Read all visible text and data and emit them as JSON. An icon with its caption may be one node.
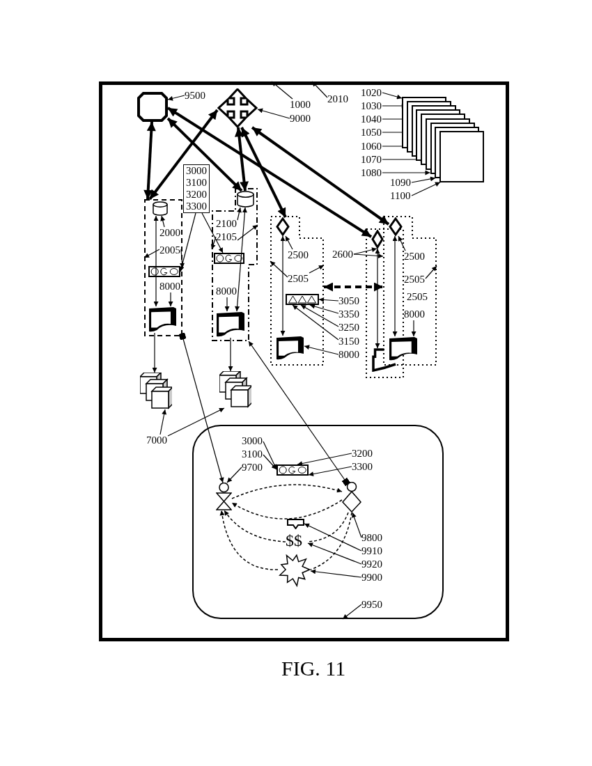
{
  "diagram": {
    "caption": "FIG. 11",
    "nodes": [
      {
        "text": [],
        "shape": "box"
      },
      {
        "text": [
          "1000"
        ],
        "in": 0
      },
      {
        "text": [
          "2010"
        ],
        "in": 0
      },
      {
        "text": [
          "9500"
        ],
        "in": 0
      },
      {
        "text": [],
        "shape": "octagon",
        "in": 0
      },
      {
        "text": [],
        "shape": "cross",
        "in": 0
      },
      {
        "text": [
          "9000"
        ],
        "in": 0
      },
      {
        "text": [
          "1020"
        ],
        "in": 0
      },
      {
        "text": [
          "1030"
        ],
        "in": 0
      },
      {
        "text": [
          "1040"
        ],
        "in": 0
      },
      {
        "text": [
          "1050"
        ],
        "in": 0
      },
      {
        "text": [
          "1060"
        ],
        "in": 0
      },
      {
        "text": [
          "1070"
        ],
        "in": 0
      },
      {
        "text": [
          "1080"
        ],
        "in": 0
      },
      {
        "text": [
          "1090"
        ],
        "in": 0
      },
      {
        "text": [
          "1100"
        ],
        "in": 0
      },
      {
        "text": [],
        "shape": "box",
        "in": 0
      },
      {
        "text": [],
        "shape": "box",
        "in": 0
      },
      {
        "text": [],
        "shape": "box",
        "in": 0
      },
      {
        "text": [],
        "shape": "box",
        "in": 0
      },
      {
        "text": [],
        "shape": "box",
        "in": 0
      },
      {
        "text": [],
        "shape": "box",
        "in": 0
      },
      {
        "text": [],
        "shape": "box",
        "in": 0
      },
      {
        "text": [],
        "shape": "box",
        "in": 0
      },
      {
        "text": [],
        "shape": "box",
        "in": 0
      },
      {
        "text": [
          "3000",
          "3100",
          "3200",
          "3300"
        ],
        "in": 0
      },
      {
        "text": [],
        "shape": "box",
        "in": 0
      },
      {
        "text": [],
        "shape": "cylinder",
        "in": 26
      },
      {
        "text": [
          "2000"
        ],
        "in": 26
      },
      {
        "text": [
          "2005"
        ],
        "in": 26
      },
      {
        "text": [],
        "shape": "box",
        "in": 26
      },
      {
        "text": [
          "8000"
        ],
        "in": 26
      },
      {
        "text": [],
        "shape": "screen",
        "in": 26
      },
      {
        "text": [],
        "shape": "box",
        "in": 0
      },
      {
        "text": [],
        "shape": "cylinder",
        "in": 33
      },
      {
        "text": [
          "2100"
        ],
        "in": 33
      },
      {
        "text": [
          "2105"
        ],
        "in": 33
      },
      {
        "text": [],
        "shape": "box",
        "in": 33
      },
      {
        "text": [
          "8000"
        ],
        "in": 33
      },
      {
        "text": [],
        "shape": "screen",
        "in": 33
      },
      {
        "text": [],
        "shape": "cube",
        "in": 0
      },
      {
        "text": [],
        "shape": "cube",
        "in": 0
      },
      {
        "text": [
          "7000"
        ],
        "in": 0
      },
      {
        "text": [],
        "shape": "box",
        "in": 0
      },
      {
        "text": [],
        "shape": "diamond",
        "in": 43
      },
      {
        "text": [
          "2500"
        ],
        "in": 43
      },
      {
        "text": [
          "2505"
        ],
        "in": 43
      },
      {
        "text": [],
        "shape": "box",
        "in": 43
      },
      {
        "text": [],
        "shape": "screen",
        "in": 43
      },
      {
        "text": [
          "2600"
        ],
        "in": 0
      },
      {
        "text": [],
        "shape": "box",
        "in": 0
      },
      {
        "text": [],
        "shape": "diamond",
        "in": 50
      },
      {
        "text": [],
        "shape": "screen",
        "in": 50
      },
      {
        "text": [],
        "shape": "box",
        "in": 0
      },
      {
        "text": [],
        "shape": "diamond",
        "in": 53
      },
      {
        "text": [
          "2500"
        ],
        "in": 53
      },
      {
        "text": [
          "2505"
        ],
        "in": 53
      },
      {
        "text": [
          "8000"
        ],
        "in": 53
      },
      {
        "text": [],
        "shape": "screen",
        "in": 53
      },
      {
        "text": [
          "3050"
        ],
        "in": 0
      },
      {
        "text": [
          "3350"
        ],
        "in": 0
      },
      {
        "text": [
          "3250"
        ],
        "in": 0
      },
      {
        "text": [
          "3150"
        ],
        "in": 0
      },
      {
        "text": [
          "8000"
        ],
        "in": 0
      },
      {
        "text": [],
        "shape": "box",
        "in": 0
      },
      {
        "text": [
          "3000"
        ],
        "in": 64
      },
      {
        "text": [
          "3100"
        ],
        "in": 64
      },
      {
        "text": [
          "9700"
        ],
        "in": 64
      },
      {
        "text": [],
        "shape": "box",
        "in": 64
      },
      {
        "text": [
          "3200"
        ],
        "in": 64
      },
      {
        "text": [
          "3300"
        ],
        "in": 64
      },
      {
        "text": [],
        "shape": "person",
        "in": 64
      },
      {
        "text": [],
        "shape": "person",
        "in": 64
      },
      {
        "text": [],
        "shape": "box",
        "in": 64
      },
      {
        "text": [
          "$$"
        ],
        "in": 64
      },
      {
        "text": [],
        "shape": "star",
        "in": 64
      },
      {
        "text": [
          "9800"
        ],
        "in": 64
      },
      {
        "text": [
          "9910"
        ],
        "in": 64
      },
      {
        "text": [
          "9920"
        ],
        "in": 64
      },
      {
        "text": [
          "9900"
        ],
        "in": 64
      },
      {
        "text": [
          "9950"
        ],
        "in": 64
      }
    ],
    "edges": [
      {
        "from": 4,
        "to": 26,
        "arrow": "both",
        "style": "thick"
      },
      {
        "from": 5,
        "to": 26,
        "arrow": "both",
        "style": "thick"
      },
      {
        "from": 4,
        "to": 34,
        "arrow": "both",
        "style": "thick"
      },
      {
        "from": 5,
        "to": 34,
        "arrow": "both",
        "style": "thick"
      },
      {
        "from": 5,
        "to": 44,
        "arrow": "both",
        "style": "thick"
      },
      {
        "from": 4,
        "to": 51,
        "arrow": "both",
        "style": "thick"
      },
      {
        "from": 5,
        "to": 54,
        "arrow": "both",
        "style": "thick"
      },
      {
        "from": 27,
        "to": 32,
        "arrow": "both"
      },
      {
        "from": 32,
        "to": 40,
        "arrow": "to"
      },
      {
        "from": 34,
        "to": 39,
        "arrow": "both"
      },
      {
        "from": 39,
        "to": 41,
        "arrow": "to"
      },
      {
        "from": 44,
        "to": 48,
        "arrow": "both"
      },
      {
        "from": 54,
        "to": 58,
        "arrow": "both"
      },
      {
        "from": 51,
        "to": 52,
        "arrow": "both"
      },
      {
        "from": 43,
        "to": 53,
        "arrow": "both",
        "style": "dashed"
      },
      {
        "from": 26,
        "to": 71,
        "arrow": "to"
      },
      {
        "from": 72,
        "to": 33,
        "arrow": "to"
      },
      {
        "from": 71,
        "to": 72,
        "arrow": "to",
        "style": "dashed"
      },
      {
        "from": 72,
        "to": 71,
        "arrow": "to",
        "style": "dashed"
      },
      {
        "from": 72,
        "to": 74,
        "arrow": "none",
        "style": "dashed"
      },
      {
        "from": 74,
        "to": 71,
        "arrow": "to",
        "style": "dashed"
      },
      {
        "from": 72,
        "to": 75,
        "arrow": "none",
        "style": "dashed"
      },
      {
        "from": 75,
        "to": 71,
        "arrow": "to",
        "style": "dashed"
      },
      {
        "from": 1,
        "to": 0,
        "arrow": "to"
      },
      {
        "from": 2,
        "to": 0,
        "arrow": "to"
      },
      {
        "from": 3,
        "to": 4,
        "arrow": "to"
      },
      {
        "from": 6,
        "to": 5,
        "arrow": "to"
      },
      {
        "from": 7,
        "to": 16,
        "arrow": "to"
      },
      {
        "from": 8,
        "to": 17,
        "arrow": "to"
      },
      {
        "from": 9,
        "to": 18,
        "arrow": "to"
      },
      {
        "from": 10,
        "to": 19,
        "arrow": "to"
      },
      {
        "from": 11,
        "to": 20,
        "arrow": "to"
      },
      {
        "from": 12,
        "to": 21,
        "arrow": "to"
      },
      {
        "from": 13,
        "to": 22,
        "arrow": "to"
      },
      {
        "from": 14,
        "to": 23,
        "arrow": "to"
      },
      {
        "from": 15,
        "to": 24,
        "arrow": "to"
      },
      {
        "from": 25,
        "to": 30,
        "arrow": "to"
      },
      {
        "from": 25,
        "to": 37,
        "arrow": "to"
      },
      {
        "from": 28,
        "to": 27,
        "arrow": "to"
      },
      {
        "from": 29,
        "to": 26,
        "arrow": "to"
      },
      {
        "from": 29,
        "to": 26,
        "arrow": "to"
      },
      {
        "from": 31,
        "to": 32,
        "arrow": "to"
      },
      {
        "from": 35,
        "to": 34,
        "arrow": "to"
      },
      {
        "from": 36,
        "to": 33,
        "arrow": "to"
      },
      {
        "from": 36,
        "to": 33,
        "arrow": "to"
      },
      {
        "from": 38,
        "to": 39,
        "arrow": "to"
      },
      {
        "from": 42,
        "to": 40,
        "arrow": "to"
      },
      {
        "from": 42,
        "to": 41,
        "arrow": "to"
      },
      {
        "from": 45,
        "to": 44,
        "arrow": "to"
      },
      {
        "from": 46,
        "to": 43,
        "arrow": "to"
      },
      {
        "from": 46,
        "to": 43,
        "arrow": "to"
      },
      {
        "from": 59,
        "to": 47,
        "arrow": "to"
      },
      {
        "from": 60,
        "to": 47,
        "arrow": "to"
      },
      {
        "from": 61,
        "to": 47,
        "arrow": "to"
      },
      {
        "from": 62,
        "to": 47,
        "arrow": "to"
      },
      {
        "from": 63,
        "to": 48,
        "arrow": "to"
      },
      {
        "from": 49,
        "to": 51,
        "arrow": "to"
      },
      {
        "from": 49,
        "to": 53,
        "arrow": "to"
      },
      {
        "from": 55,
        "to": 54,
        "arrow": "to"
      },
      {
        "from": 56,
        "to": 53,
        "arrow": "to"
      },
      {
        "from": 57,
        "to": 58,
        "arrow": "to"
      },
      {
        "from": 65,
        "to": 68,
        "arrow": "to"
      },
      {
        "from": 66,
        "to": 68,
        "arrow": "to"
      },
      {
        "from": 67,
        "to": 71,
        "arrow": "to"
      },
      {
        "from": 69,
        "to": 68,
        "arrow": "to"
      },
      {
        "from": 70,
        "to": 68,
        "arrow": "to"
      },
      {
        "from": 76,
        "to": 72,
        "arrow": "to"
      },
      {
        "from": 77,
        "to": 73,
        "arrow": "to"
      },
      {
        "from": 78,
        "to": 74,
        "arrow": "to"
      },
      {
        "from": 79,
        "to": 75,
        "arrow": "to"
      },
      {
        "from": 80,
        "to": 64,
        "arrow": "to"
      }
    ],
    "labels": [
      "2505"
    ]
  }
}
